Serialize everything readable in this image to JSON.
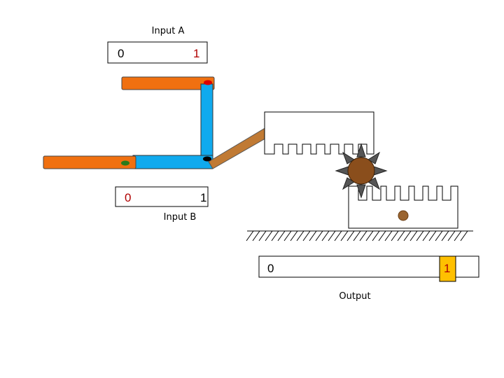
{
  "input_a": {
    "label": "Input A",
    "value_zero": "0",
    "value_one": "1"
  },
  "input_b": {
    "label": "Input B",
    "value_zero": "0",
    "value_one": "1"
  },
  "output": {
    "label": "Output",
    "value_zero": "0",
    "value_one": "1"
  },
  "colors": {
    "orange_lever": "#f07010",
    "blue_link": "#10aaee",
    "brown_rod": "#c07a34",
    "gear": "#8a4e1c",
    "gear_teeth": "#555555",
    "active_value": "#b00000",
    "output_highlight": "#ffc000",
    "pivot_red": "#dd0000",
    "pivot_green": "#2a7a1a",
    "pivot_yellow": "#f0e000",
    "pivot_black": "#000000",
    "pin_brown": "#9a6430"
  }
}
